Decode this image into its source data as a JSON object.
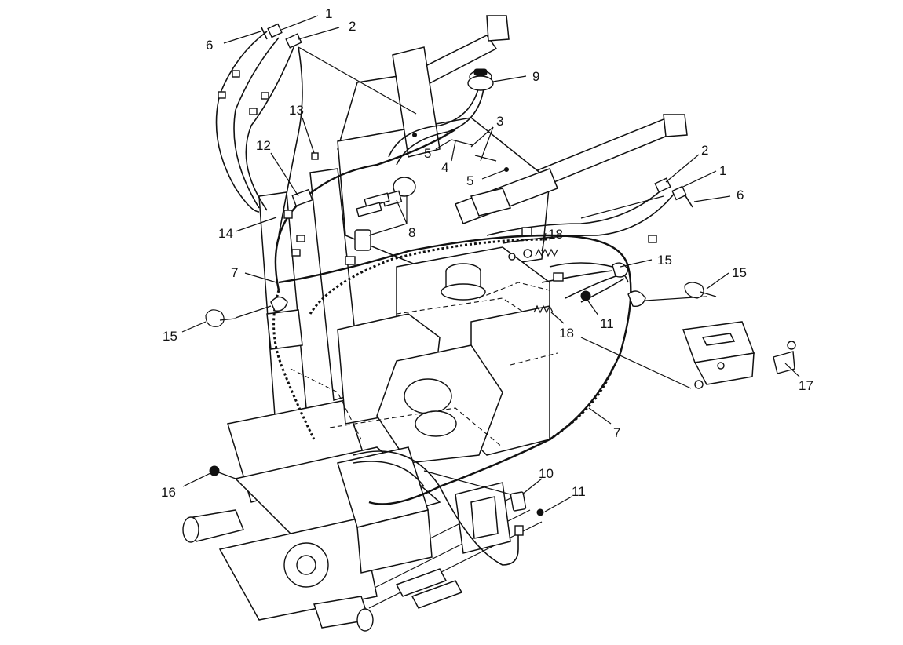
{
  "callouts": [
    {
      "id": "c1a",
      "text": "1"
    },
    {
      "id": "c2a",
      "text": "2"
    },
    {
      "id": "c6a",
      "text": "6"
    },
    {
      "id": "c9",
      "text": "9"
    },
    {
      "id": "c3",
      "text": "3"
    },
    {
      "id": "c13",
      "text": "13"
    },
    {
      "id": "c5a",
      "text": "5"
    },
    {
      "id": "c4",
      "text": "4"
    },
    {
      "id": "c5b",
      "text": "5"
    },
    {
      "id": "c12",
      "text": "12"
    },
    {
      "id": "c2b",
      "text": "2"
    },
    {
      "id": "c1b",
      "text": "1"
    },
    {
      "id": "c6b",
      "text": "6"
    },
    {
      "id": "c14",
      "text": "14"
    },
    {
      "id": "c8",
      "text": "8"
    },
    {
      "id": "c18a",
      "text": "18"
    },
    {
      "id": "c15a",
      "text": "15"
    },
    {
      "id": "c15b",
      "text": "15"
    },
    {
      "id": "c7a",
      "text": "7"
    },
    {
      "id": "c11a",
      "text": "11"
    },
    {
      "id": "c18b",
      "text": "18"
    },
    {
      "id": "c15c",
      "text": "15"
    },
    {
      "id": "c17",
      "text": "17"
    },
    {
      "id": "c7b",
      "text": "7"
    },
    {
      "id": "c10",
      "text": "10"
    },
    {
      "id": "c11b",
      "text": "11"
    },
    {
      "id": "c16",
      "text": "16"
    }
  ],
  "colors": {
    "ink": "#111111",
    "paper": "#ffffff"
  }
}
